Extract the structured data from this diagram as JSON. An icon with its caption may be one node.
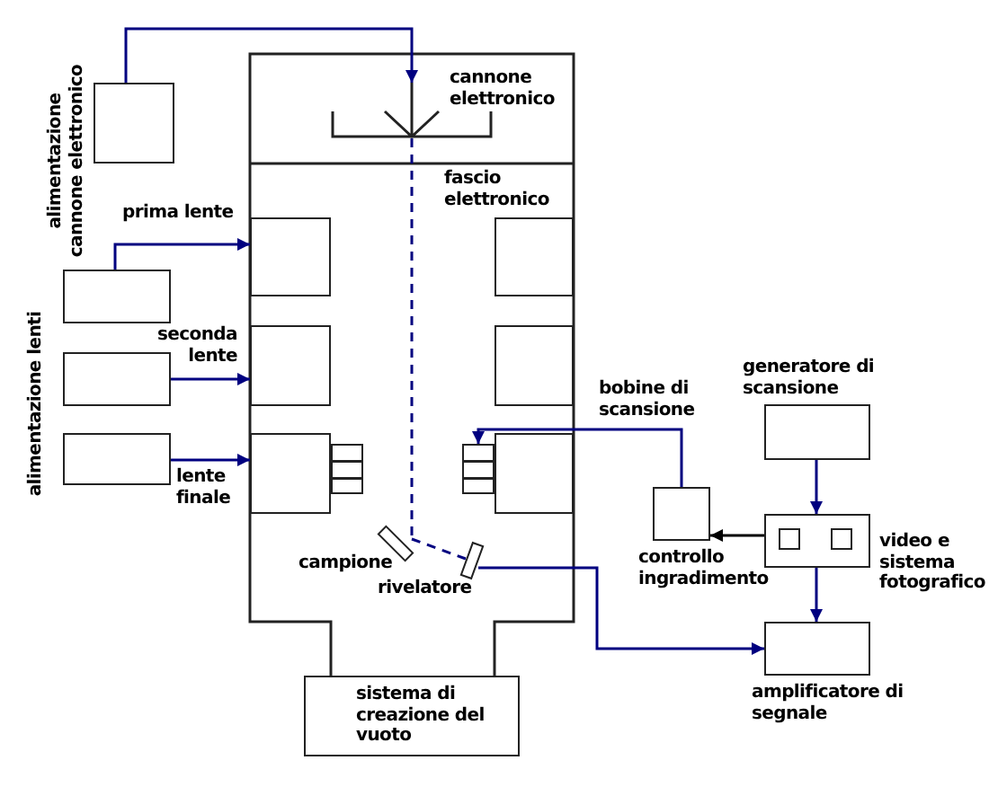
{
  "diagram": {
    "nodes": [
      {
        "text": [],
        "shape": "box",
        "beside": [
          "alimentazione cannone elettronico"
        ]
      },
      {
        "text": [],
        "shape": "picture",
        "beside": [
          "cannone elettronico"
        ]
      },
      {
        "text": [],
        "shape": "box"
      },
      {
        "text": [],
        "shape": "box"
      },
      {
        "text": [],
        "shape": "box"
      },
      {
        "text": [],
        "shape": "box"
      },
      {
        "text": [],
        "shape": "box"
      },
      {
        "text": [],
        "shape": "box"
      },
      {
        "text": [],
        "shape": "box"
      },
      {
        "text": [],
        "shape": "box"
      },
      {
        "text": [],
        "shape": "box"
      },
      {
        "text": [],
        "shape": "box"
      },
      {
        "text": [],
        "shape": "box"
      },
      {
        "text": [],
        "shape": "box",
        "beside": [
          "generatore di scansione"
        ]
      },
      {
        "text": [],
        "shape": "box",
        "beside": [
          "controllo ingradimento"
        ]
      },
      {
        "text": [],
        "shape": "box",
        "beside": [
          "video e sistema fotografico"
        ]
      },
      {
        "text": [],
        "shape": "bar",
        "beside": [
          "campione"
        ]
      },
      {
        "text": [],
        "shape": "bar",
        "beside": [
          "rivelatore"
        ]
      },
      {
        "text": [],
        "shape": "box",
        "beside": [
          "amplificatore di segnale"
        ]
      },
      {
        "text": [
          "sistema di creazione del vuoto"
        ]
      }
    ],
    "edges": [
      {
        "from": 0,
        "to": 1,
        "arrow": "to"
      },
      {
        "from": 2,
        "to": 5,
        "arrow": "to",
        "label": "prima lente"
      },
      {
        "from": 3,
        "to": 7,
        "arrow": "to",
        "label": "seconda lente"
      },
      {
        "from": 4,
        "to": 9,
        "arrow": "to",
        "label": "lente finale"
      },
      {
        "from": 1,
        "to": 16,
        "arrow": "none",
        "style": "dashed"
      },
      {
        "from": 16,
        "to": 17,
        "arrow": "none",
        "style": "dashed"
      },
      {
        "from": 14,
        "to": 11,
        "arrow": "to"
      },
      {
        "from": 13,
        "to": 15,
        "arrow": "to"
      },
      {
        "from": 15,
        "to": 14,
        "arrow": "to",
        "color": "#000000"
      },
      {
        "from": 15,
        "to": 18,
        "arrow": "to"
      },
      {
        "from": 17,
        "to": 18,
        "arrow": "to"
      }
    ],
    "labels": [
      "fascio elettronico",
      "alimentazione lenti",
      "bobine di scansione"
    ]
  }
}
